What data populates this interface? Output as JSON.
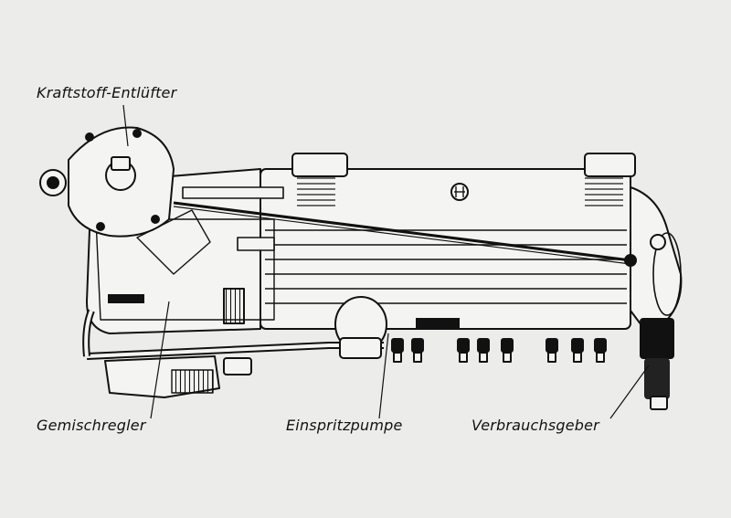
{
  "labels": {
    "fuel_vent": "Kraftstoff-Entlüfter",
    "mixture_regulator": "Gemischregler",
    "injection_pump": "Einspritzpumpe",
    "consumption_sensor": "Verbrauchsgeber"
  },
  "colors": {
    "background": "#ececeb",
    "ink": "#111111",
    "fill_light": "#f4f4f2"
  }
}
